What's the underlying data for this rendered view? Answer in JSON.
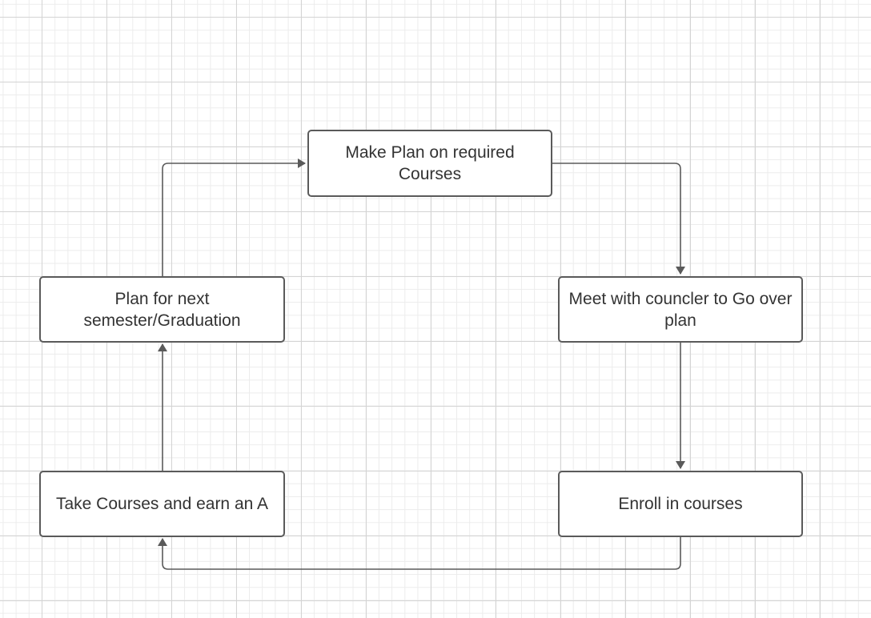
{
  "diagram": {
    "nodes": {
      "make_plan": "Make Plan on required Courses",
      "meet_counselor": "Meet with councler to Go over plan",
      "enroll": "Enroll in courses",
      "take_courses": "Take Courses and earn an A",
      "plan_next": "Plan for next semester/Graduation"
    },
    "edges": [
      {
        "from": "make_plan",
        "to": "meet_counselor"
      },
      {
        "from": "meet_counselor",
        "to": "enroll"
      },
      {
        "from": "enroll",
        "to": "take_courses"
      },
      {
        "from": "take_courses",
        "to": "plan_next"
      },
      {
        "from": "plan_next",
        "to": "make_plan"
      }
    ],
    "colors": {
      "stroke": "#5a5a5a",
      "text": "#333333",
      "grid": "#d4d4d4"
    }
  }
}
